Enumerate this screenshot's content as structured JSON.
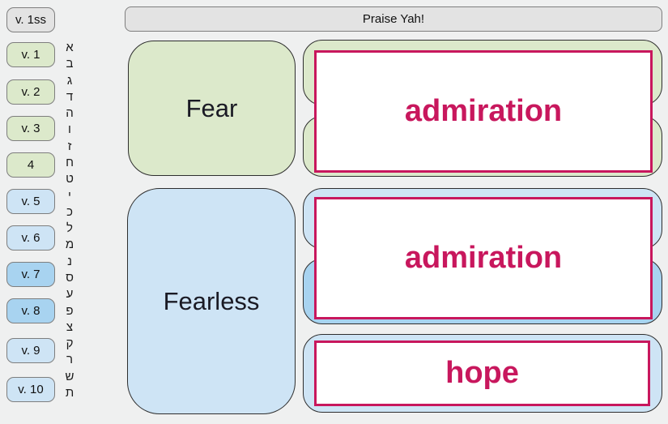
{
  "colors": {
    "page_bg": "#eff0f0",
    "gray_fill": "#e3e3e3",
    "gray_border": "#7e7e7e",
    "green": "#dce9cb",
    "light_blue": "#cee4f5",
    "medium_blue": "#a8d3f0",
    "dark_border": "#2e2e2e",
    "magenta": "#c8175d",
    "text_dark": "#1a1a24"
  },
  "header": {
    "label": "Praise Yah!"
  },
  "sidebar": {
    "verses": [
      {
        "label": "v. 1ss",
        "color": "gray",
        "letters": []
      },
      {
        "label": "v. 1",
        "color": "green",
        "letters": [
          "א",
          "ב"
        ]
      },
      {
        "label": "v. 2",
        "color": "green",
        "letters": [
          "ג",
          "ד"
        ]
      },
      {
        "label": "v. 3",
        "color": "green",
        "letters": [
          "ה",
          "ו"
        ]
      },
      {
        "label": "4",
        "color": "green",
        "letters": [
          "ז",
          "ח"
        ]
      },
      {
        "label": "v. 5",
        "color": "light_blue",
        "letters": [
          "ט",
          "י"
        ]
      },
      {
        "label": "v. 6",
        "color": "light_blue",
        "letters": [
          "כ",
          "ל"
        ]
      },
      {
        "label": "v. 7",
        "color": "medium_blue",
        "letters": [
          "מ",
          "נ"
        ]
      },
      {
        "label": "v. 8",
        "color": "medium_blue",
        "letters": [
          "ס",
          "ע"
        ]
      },
      {
        "label": "v. 9",
        "color": "light_blue",
        "letters": [
          "פ",
          "צ",
          "ק"
        ]
      },
      {
        "label": "v. 10",
        "color": "light_blue",
        "letters": [
          "ר",
          "ש",
          "ת"
        ]
      }
    ]
  },
  "main": {
    "groups": [
      {
        "title": "Fear",
        "color": "green"
      },
      {
        "title": "Fearless",
        "color": "light_blue"
      }
    ],
    "overlays": [
      {
        "label": "admiration"
      },
      {
        "label": "admiration"
      },
      {
        "label": "hope"
      }
    ]
  }
}
